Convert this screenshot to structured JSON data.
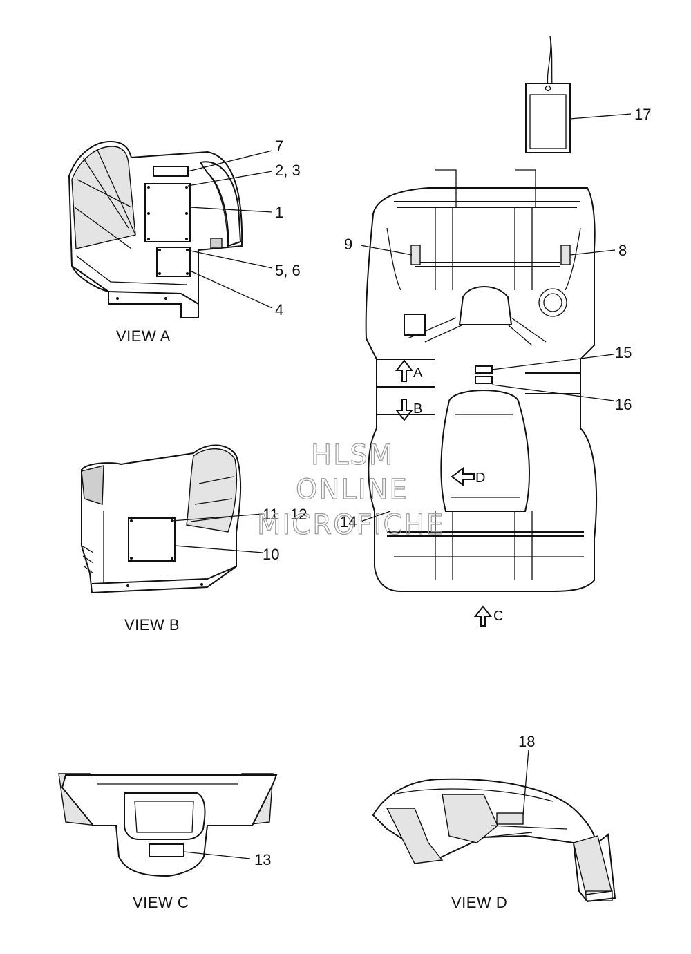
{
  "views": {
    "a": "VIEW A",
    "b": "VIEW B",
    "c": "VIEW C",
    "d": "VIEW D"
  },
  "callouts": {
    "c1": "1",
    "c2_3": "2, 3",
    "c4": "4",
    "c5_6": "5, 6",
    "c7": "7",
    "c8": "8",
    "c9": "9",
    "c10": "10",
    "c11": "11",
    "c12": "12",
    "c13": "13",
    "c14": "14",
    "c15": "15",
    "c16": "16",
    "c17": "17",
    "c18": "18"
  },
  "arrows": {
    "a": "A",
    "b": "B",
    "c": "C",
    "d": "D"
  },
  "watermark": {
    "line1": "HLSM",
    "line2": "ONLINE",
    "line3": "MICROFICHE"
  }
}
